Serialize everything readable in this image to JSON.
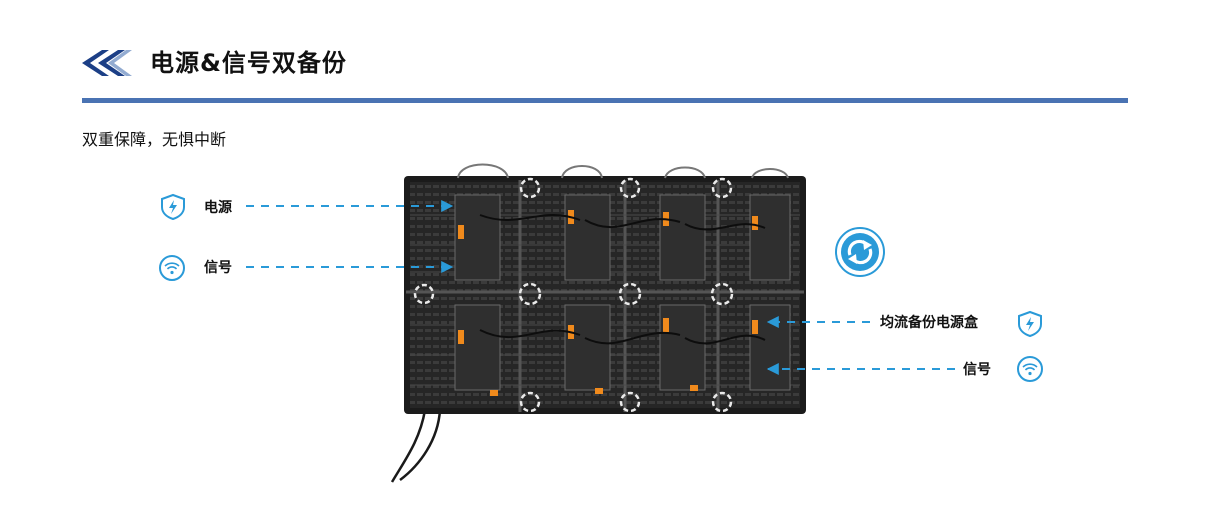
{
  "header": {
    "title": "电源&信号双备份",
    "subtitle": "双重保障，无惧中断"
  },
  "labels": {
    "power_left": "电源",
    "signal_left": "信号",
    "backup_right": "均流备份电源盒",
    "signal_right": "信号"
  },
  "icons": {
    "header": "double-chevron-left-icon",
    "power_left": "shield-lightning-icon",
    "signal_left": "wifi-circle-icon",
    "backup_right": "shield-lightning-icon",
    "signal_right": "wifi-circle-icon",
    "refresh": "refresh-circle-icon"
  },
  "colors": {
    "accent_blue": "#2a9ad8",
    "rule_blue": "#4a73b3",
    "header_blue": "#1c3f86",
    "connector_orange": "#f08a1c"
  }
}
